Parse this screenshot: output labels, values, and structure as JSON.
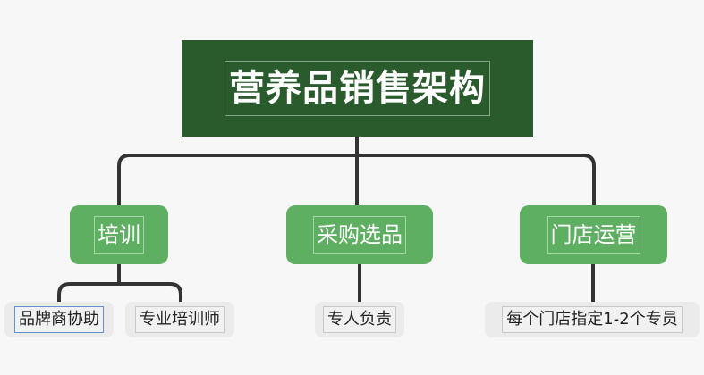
{
  "root": {
    "title": "营养品销售架构"
  },
  "topics": [
    {
      "label": "培训"
    },
    {
      "label": "采购选品"
    },
    {
      "label": "门店运营"
    }
  ],
  "subtopics": [
    {
      "label": "品牌商协助"
    },
    {
      "label": "专业培训师"
    },
    {
      "label": "专人负责"
    },
    {
      "label": "每个门店指定1-2个专员"
    }
  ],
  "colors": {
    "root_bg": "#2a5b2d",
    "topic_bg": "#5faf63",
    "subtopic_bg": "#ebebeb",
    "connector": "#333333"
  }
}
